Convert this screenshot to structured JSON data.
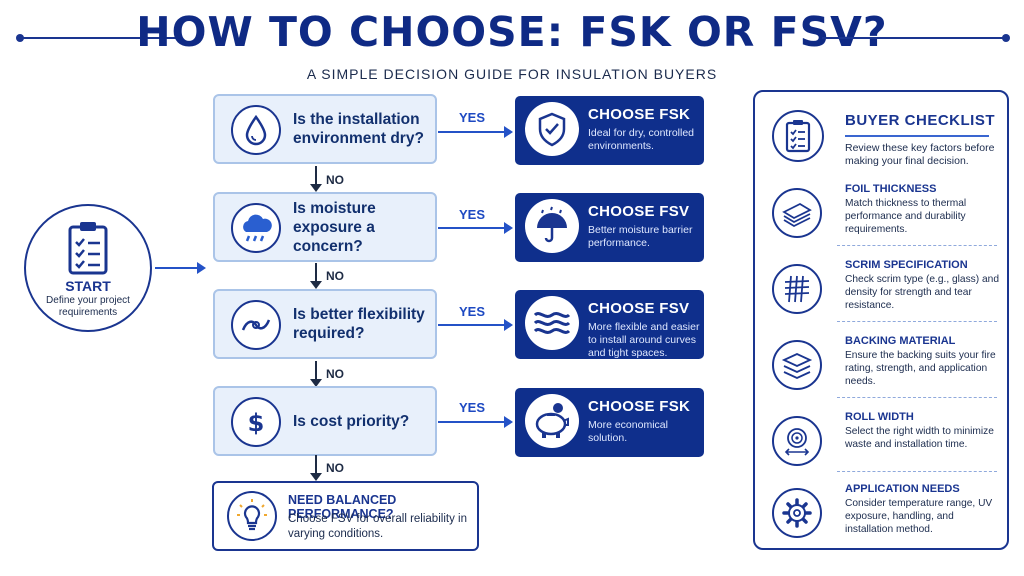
{
  "header": {
    "title": "HOW TO CHOOSE: FSK OR FSV?",
    "subtitle": "A SIMPLE DECISION GUIDE FOR INSULATION BUYERS"
  },
  "start": {
    "title": "START",
    "description": "Define your project requirements",
    "icon": "clipboard-icon"
  },
  "questions": [
    {
      "text": "Is the installation environment dry?",
      "icon": "water-drop-icon",
      "yes_label": "YES",
      "no_label": "NO",
      "result": {
        "title": "CHOOSE FSK",
        "description": "Ideal for dry, controlled environments.",
        "icon": "shield-check-icon"
      }
    },
    {
      "text": "Is moisture exposure a concern?",
      "icon": "rain-cloud-icon",
      "yes_label": "YES",
      "no_label": "NO",
      "result": {
        "title": "CHOOSE FSV",
        "description": "Better moisture barrier performance.",
        "icon": "umbrella-icon"
      }
    },
    {
      "text": "Is better flexibility required?",
      "icon": "flex-curve-icon",
      "yes_label": "YES",
      "no_label": "NO",
      "result": {
        "title": "CHOOSE FSV",
        "description": "More flexible and easier to install around curves and tight spaces.",
        "icon": "waves-icon"
      }
    },
    {
      "text": "Is cost priority?",
      "icon": "dollar-icon",
      "yes_label": "YES",
      "no_label": "NO",
      "result": {
        "title": "CHOOSE FSK",
        "description": "More economical solution.",
        "icon": "piggy-bank-icon"
      }
    }
  ],
  "final": {
    "title": "NEED BALANCED PERFORMANCE?",
    "description": "Choose FSV for overall reliability in varying conditions.",
    "icon": "lightbulb-icon"
  },
  "checklist": {
    "title": "BUYER CHECKLIST",
    "description": "Review these key factors before making your final decision.",
    "icon": "clipboard-icon",
    "items": [
      {
        "title": "FOIL THICKNESS",
        "description": "Match thickness to thermal performance and durability requirements.",
        "icon": "layers-icon"
      },
      {
        "title": "SCRIM SPECIFICATION",
        "description": "Check scrim type (e.g., glass) and density for strength and tear resistance.",
        "icon": "grid-mesh-icon"
      },
      {
        "title": "BACKING MATERIAL",
        "description": "Ensure the backing suits your fire rating, strength, and application needs.",
        "icon": "stack-icon"
      },
      {
        "title": "ROLL WIDTH",
        "description": "Select the right width to minimize waste and installation time.",
        "icon": "roll-icon"
      },
      {
        "title": "APPLICATION NEEDS",
        "description": "Consider temperature range, UV exposure, handling, and installation method.",
        "icon": "gear-icon"
      }
    ]
  },
  "colors": {
    "primary": "#0f2f8c",
    "accent": "#2452c7",
    "question_bg": "#e8f0fb"
  }
}
